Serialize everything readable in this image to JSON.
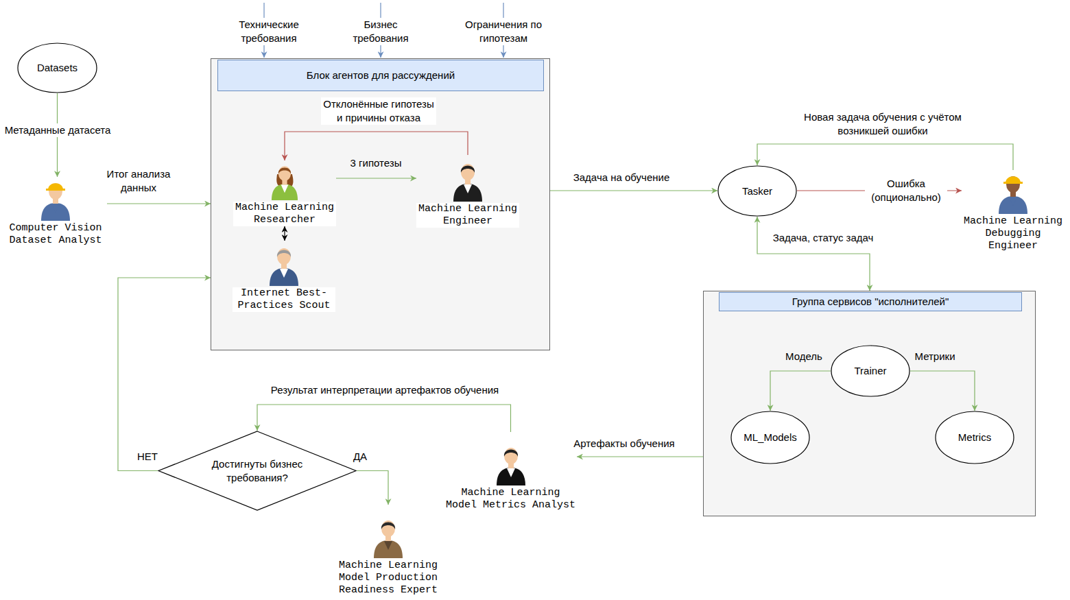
{
  "diagram": {
    "nodes": [
      {
        "text": [
          "Datasets"
        ]
      },
      {
        "text": [
          "Computer Vision Dataset Analyst"
        ]
      },
      {
        "text": [
          "Блок агентов для рассуждений"
        ]
      },
      {
        "text": [
          "Machine Learning Researcher"
        ],
        "in": 2
      },
      {
        "text": [
          "Machine Learning Engineer"
        ],
        "in": 2
      },
      {
        "text": [
          "Internet Best-Practices Scout"
        ],
        "in": 2
      },
      {
        "text": [
          "Tasker"
        ]
      },
      {
        "text": [
          "Machine Learning Debugging Engineer"
        ]
      },
      {
        "text": [
          "Группа сервисов \"исполнителей\""
        ]
      },
      {
        "text": [
          "Trainer"
        ],
        "in": 8
      },
      {
        "text": [
          "ML_Models"
        ],
        "in": 8
      },
      {
        "text": [
          "Metrics"
        ],
        "in": 8
      },
      {
        "text": [
          "Machine Learning Model Metrics Analyst"
        ]
      },
      {
        "text": [
          "Достигнуты бизнес требования?"
        ]
      },
      {
        "text": [
          "Machine Learning Model Production Readiness Expert"
        ]
      }
    ],
    "edges": [
      {
        "from": 0,
        "to": 1,
        "label": "Метаданные датасета",
        "arrow": "to"
      },
      {
        "from": 1,
        "to": 2,
        "label": "Итог анализа данных",
        "arrow": "to"
      },
      {
        "from": 3,
        "to": 4,
        "label": "3 гипотезы",
        "arrow": "to"
      },
      {
        "from": 4,
        "to": 3,
        "label": "Отклонённые гипотезы и причины отказа",
        "arrow": "to"
      },
      {
        "from": 3,
        "to": 5,
        "arrow": "both"
      },
      {
        "from": 2,
        "to": 6,
        "label": "Задача на обучение",
        "arrow": "to"
      },
      {
        "from": 6,
        "to": 7,
        "label": "Ошибка (опционально)",
        "arrow": "to"
      },
      {
        "from": 7,
        "to": 6,
        "label": "Новая задача обучения с учётом возникшей ошибки",
        "arrow": "to"
      },
      {
        "from": 6,
        "to": 8,
        "label": "Задача, статус задач",
        "arrow": "both"
      },
      {
        "from": 9,
        "to": 10,
        "label": "Модель",
        "arrow": "to"
      },
      {
        "from": 9,
        "to": 11,
        "label": "Метрики",
        "arrow": "to"
      },
      {
        "from": 8,
        "to": 12,
        "label": "Артефакты обучения",
        "arrow": "to"
      },
      {
        "from": 12,
        "to": 13,
        "label": "Результат интерпретации артефактов обучения",
        "arrow": "to"
      },
      {
        "from": 13,
        "to": 2,
        "label": "НЕТ",
        "arrow": "to"
      },
      {
        "from": 13,
        "to": 14,
        "label": "ДА",
        "arrow": "to"
      }
    ],
    "labels": [
      "Технические требования",
      "Бизнес требования",
      "Ограничения по гипотезам"
    ]
  }
}
